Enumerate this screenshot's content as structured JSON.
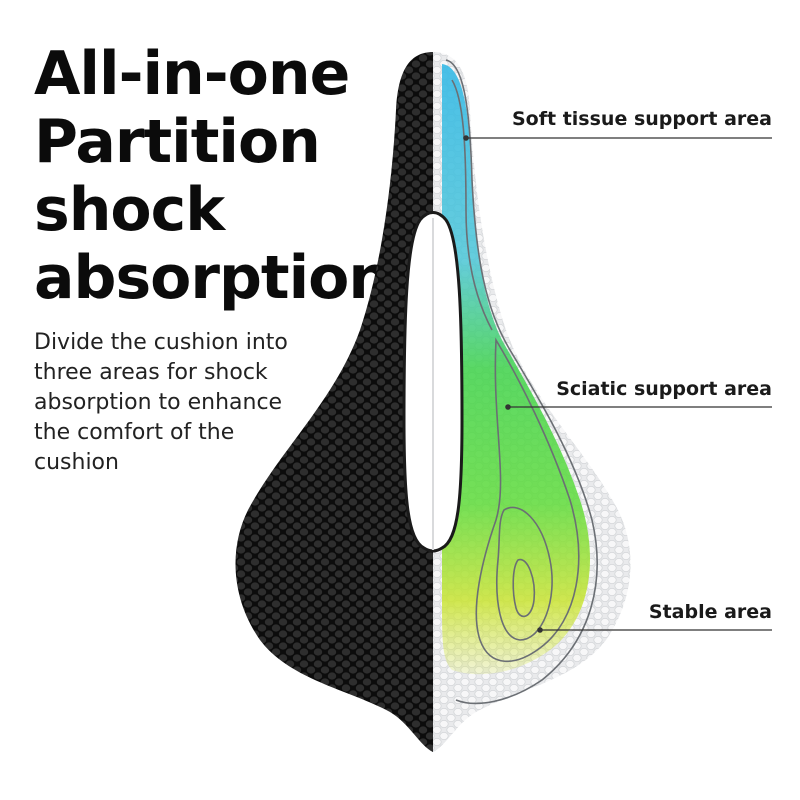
{
  "headline": [
    "All-in-one",
    "Partition",
    "shock",
    "absorption"
  ],
  "description": [
    "Divide the cushion into",
    "three areas for shock",
    "absorption to enhance",
    "the comfort of the",
    "cushion"
  ],
  "callouts": {
    "soft": "Soft tissue support area",
    "sciatic": "Sciatic support area",
    "stable": "Stable area"
  },
  "colors": {
    "soft_zone": "#35b9e6",
    "sciatic_zone": "#3fd34a",
    "stable_zone": "#c9e432",
    "saddle_shell": "#101010"
  }
}
